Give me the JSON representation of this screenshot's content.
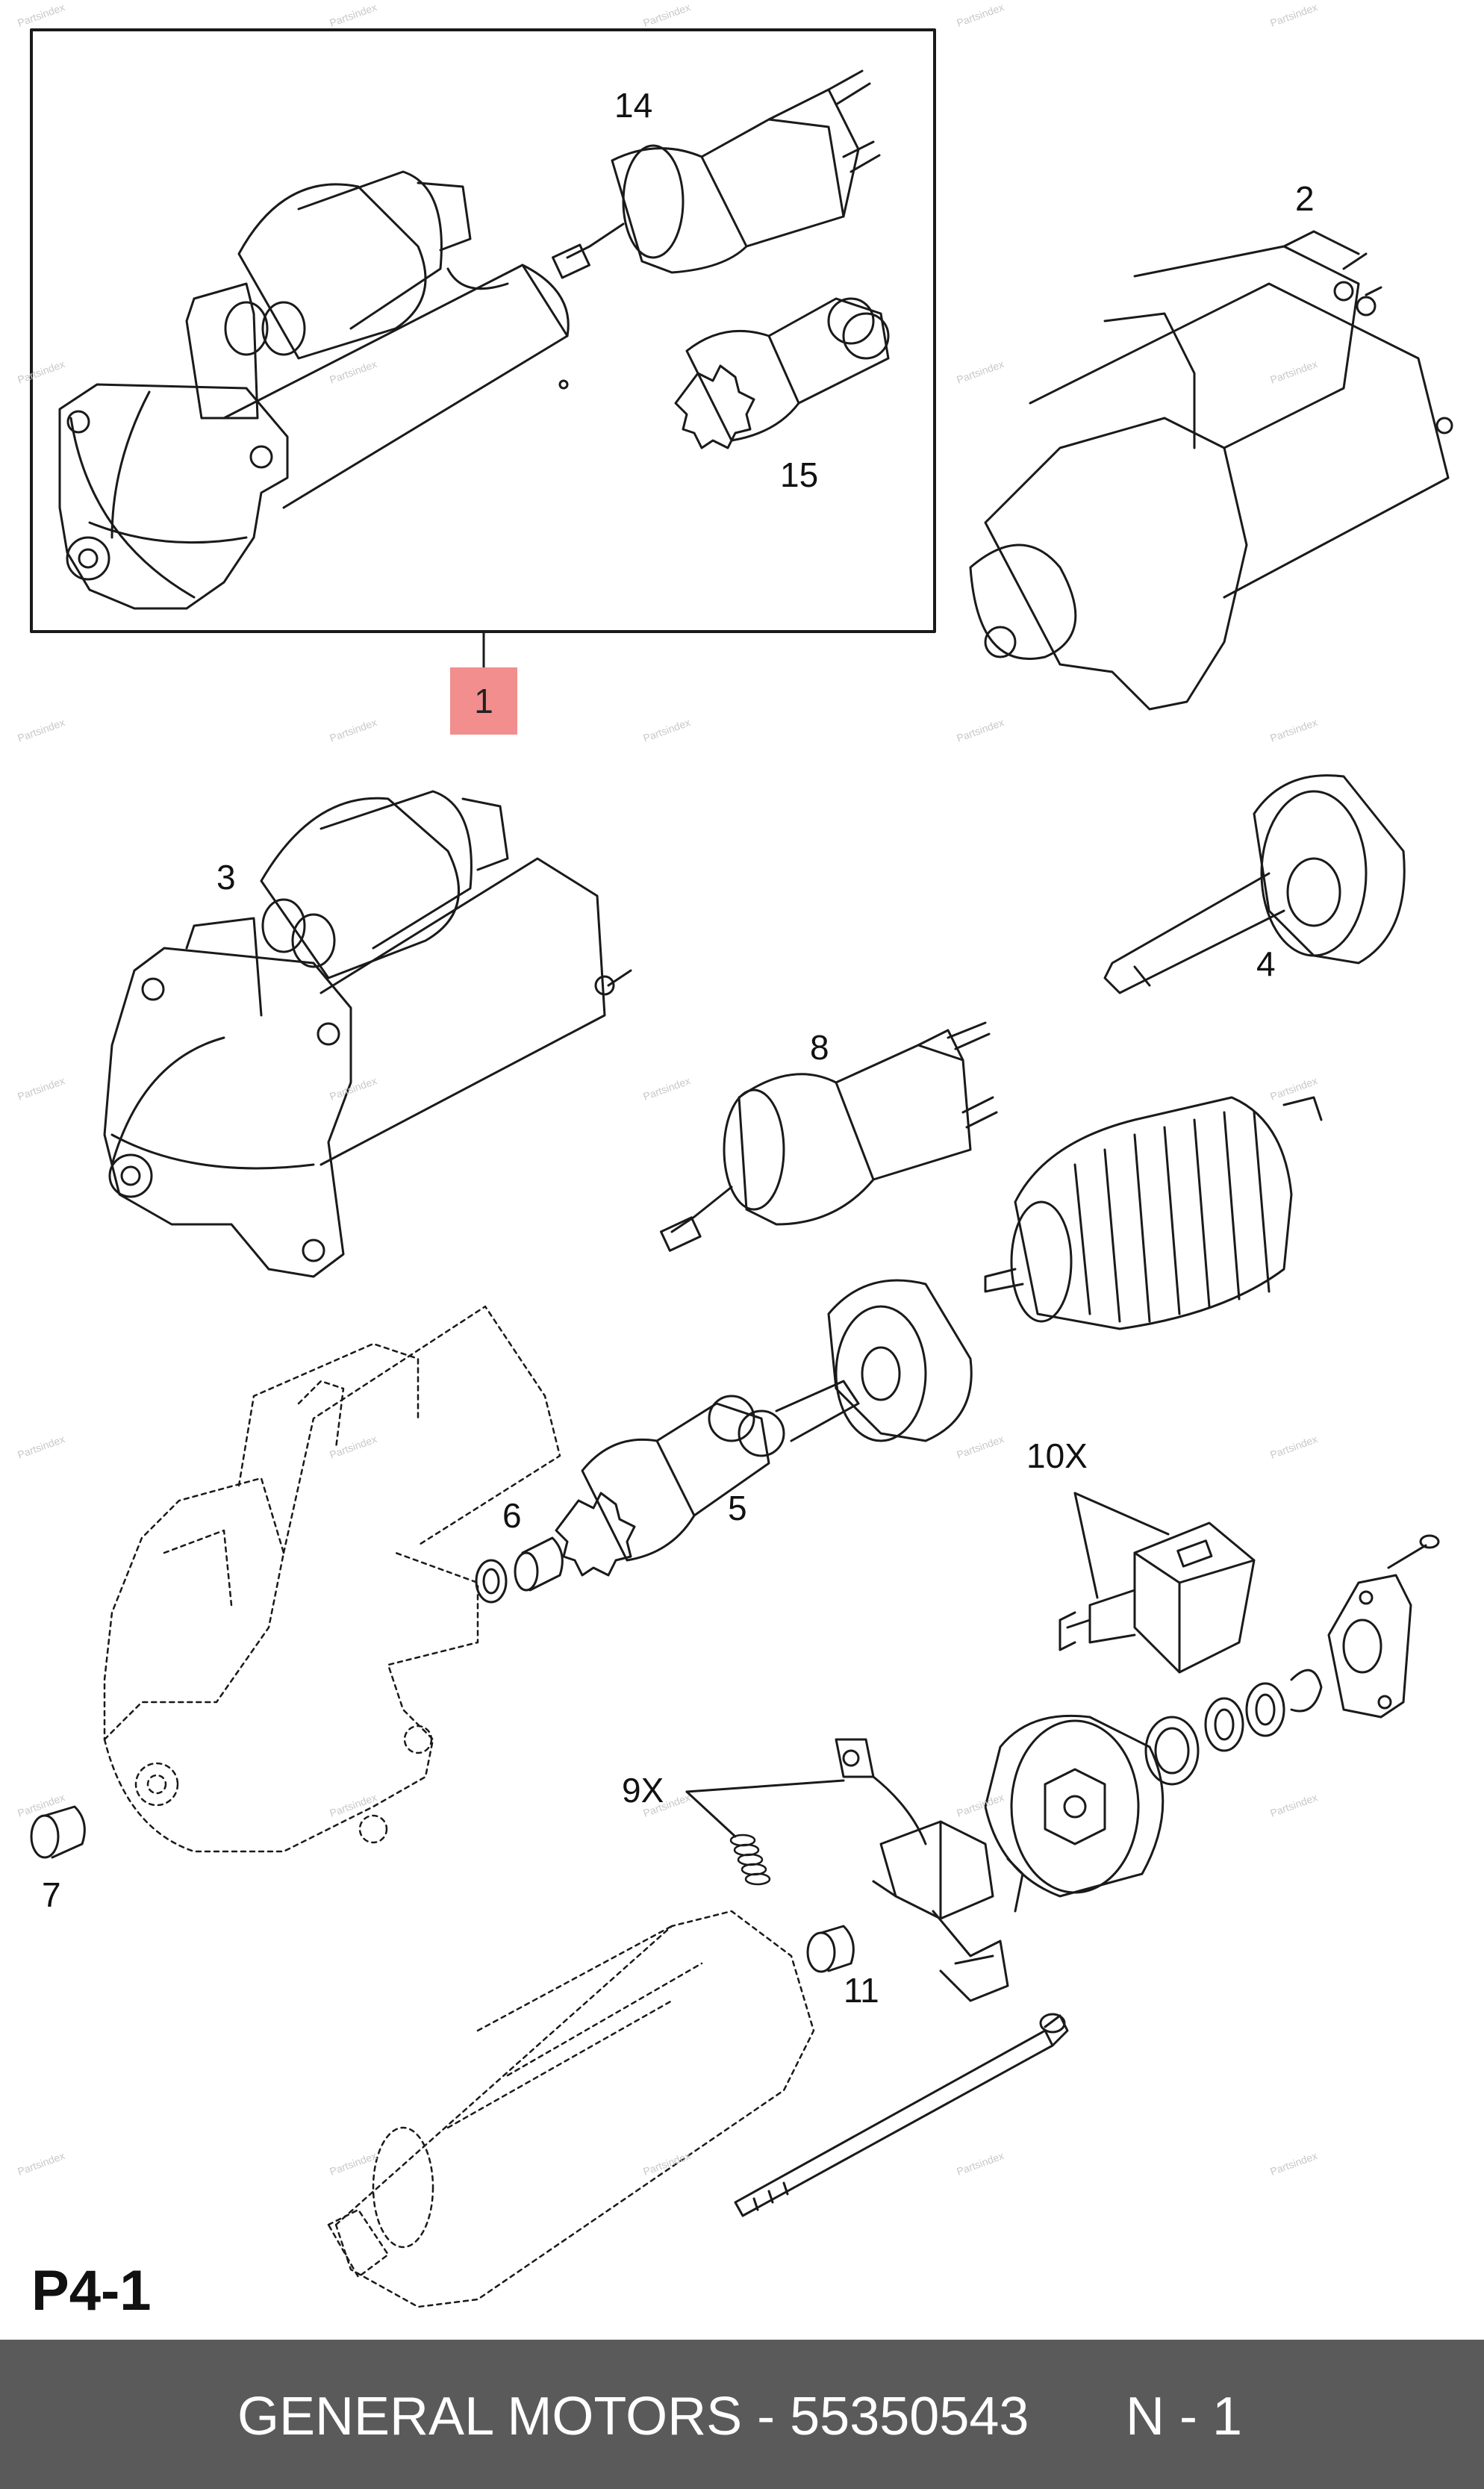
{
  "diagram": {
    "callouts": {
      "c1": "1",
      "c2": "2",
      "c3": "3",
      "c4": "4",
      "c5": "5",
      "c6": "6",
      "c7": "7",
      "c8": "8",
      "c9": "9X",
      "c10": "10X",
      "c11": "11",
      "c14": "14",
      "c15": "15"
    },
    "page_code": "P4-1"
  },
  "watermark": {
    "text": "Partsindex"
  },
  "footer": {
    "title": "GENERAL MOTORS - 55350543",
    "sheet": "N - 1"
  },
  "colors": {
    "highlight": "#f28e8e",
    "footer_bg": "#5a5a5a",
    "footer_text": "#ffffff",
    "line": "#1a1a1a"
  }
}
